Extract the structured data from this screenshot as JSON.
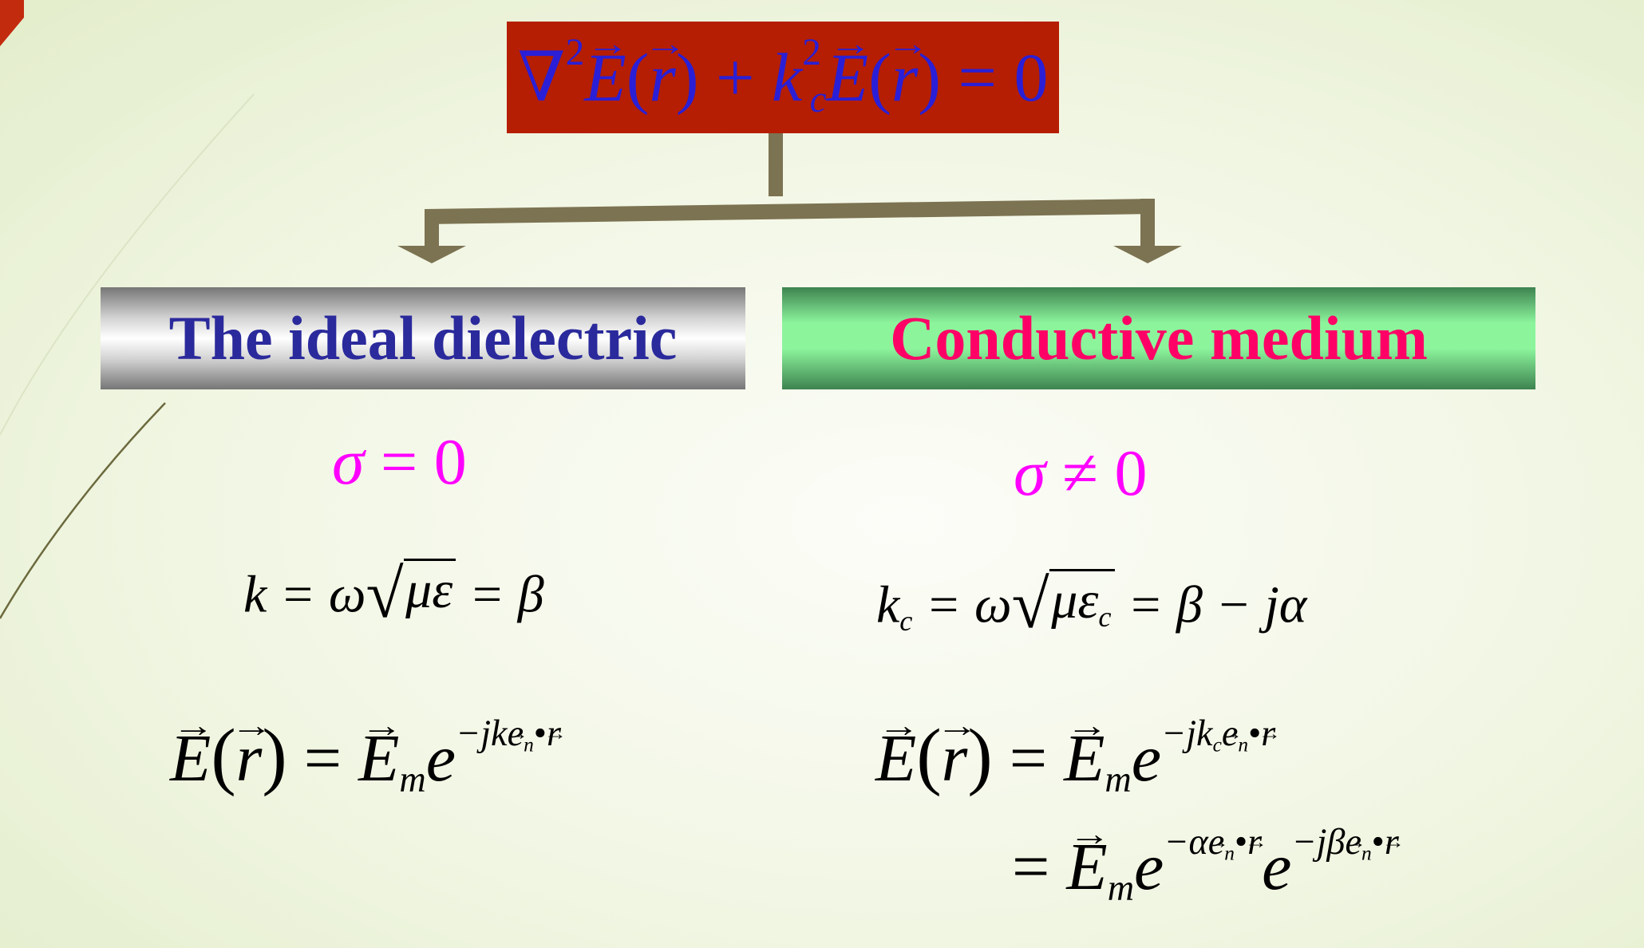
{
  "top_equation": {
    "nabla": "∇",
    "sq": "2",
    "E": "E",
    "lp": "(",
    "r": "r",
    "rp": ")",
    "plus": " + ",
    "k": "k",
    "c": "c",
    "eq0": " = 0"
  },
  "left": {
    "title": "The ideal dielectric",
    "sigma": {
      "s": "σ",
      "rel": " = 0"
    },
    "wavenumber": {
      "lhs": "k = ω",
      "mu_eps": "με",
      "rhs": " = β"
    },
    "field": {
      "E": "E",
      "lp": "(",
      "r": "r",
      "rp": ")",
      "eq": " = ",
      "m": "m",
      "e": "e",
      "exp_prefix": "−jk",
      "en": "e",
      "n": "n",
      "dot": "•"
    }
  },
  "right": {
    "title": "Conductive medium",
    "sigma": {
      "s": "σ",
      "rel": " ≠ 0"
    },
    "wavenumber": {
      "k": "k",
      "c": "c",
      "eq": " = ω",
      "mu_eps": "με",
      "rhs": " = β − jα"
    },
    "field": {
      "E": "E",
      "lp": "(",
      "r": "r",
      "rp": ")",
      "eq": " = ",
      "m": "m",
      "e": "e",
      "exp_prefix": "−jk",
      "c": "c",
      "en": "e",
      "n": "n",
      "dot": "•"
    },
    "field_expanded": {
      "eq": "= ",
      "E": "E",
      "m": "m",
      "e": "e",
      "exp1_prefix": "−α",
      "exp2_prefix": "−jβ",
      "en": "e",
      "n": "n",
      "dot": "•",
      "r": "r"
    }
  },
  "colors": {
    "top_box": "#b51e02",
    "top_text": "#2a1fd6",
    "arrows": "#7c7352",
    "left_label_text": "#2b2a9c",
    "right_label_text": "#ff0066",
    "sigma_text": "#ff00ff"
  }
}
